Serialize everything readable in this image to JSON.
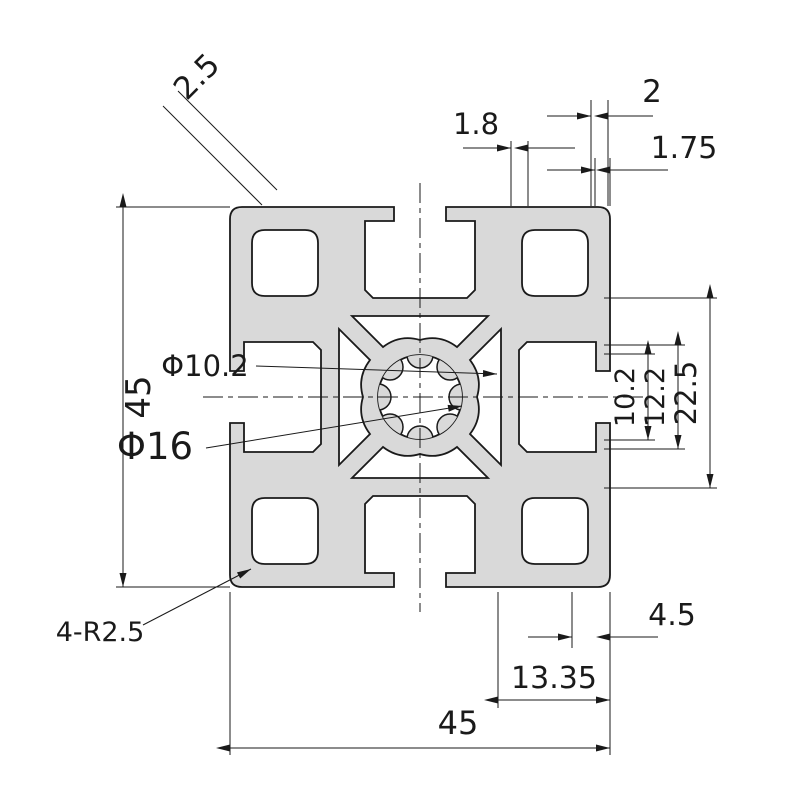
{
  "drawing": {
    "background": "#ffffff",
    "profile_fill": "#d9d9d9",
    "line_color": "#1a1a1a",
    "labels": {
      "corner_thickness": "2.5",
      "rib_thickness": "1.8",
      "edge_step": "2",
      "lip_thickness": "1.75",
      "profile_height": "45",
      "center_bore": "Φ10.2",
      "bore_circle": "Φ16",
      "slot_opening": "10.2",
      "slot_width": "12.2",
      "slot_pitch": "22.5",
      "lip_depth": "4.5",
      "slot_center_offset": "13.35",
      "profile_width": "45",
      "corner_radius": "4-R2.5"
    }
  }
}
